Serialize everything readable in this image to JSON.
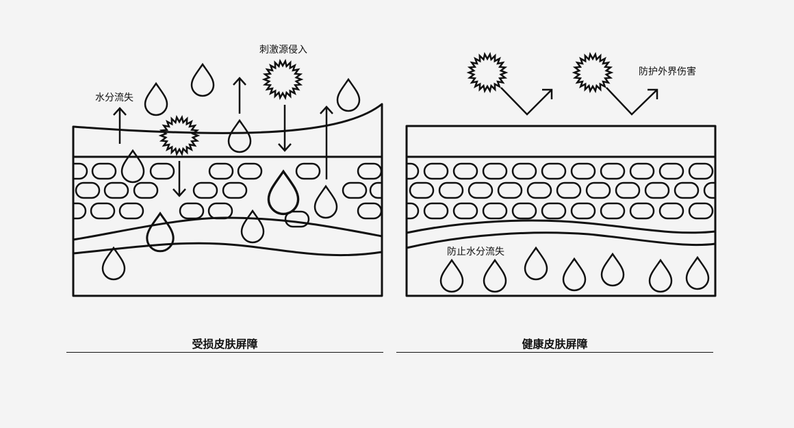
{
  "damaged": {
    "title": "受损皮肤屏障",
    "label_water_loss": "水分流失",
    "label_irritant": "刺激源侵入"
  },
  "healthy": {
    "title": "健康皮肤屏障",
    "label_protect": "防护外界伤害",
    "label_prevent": "防止水分流失"
  }
}
